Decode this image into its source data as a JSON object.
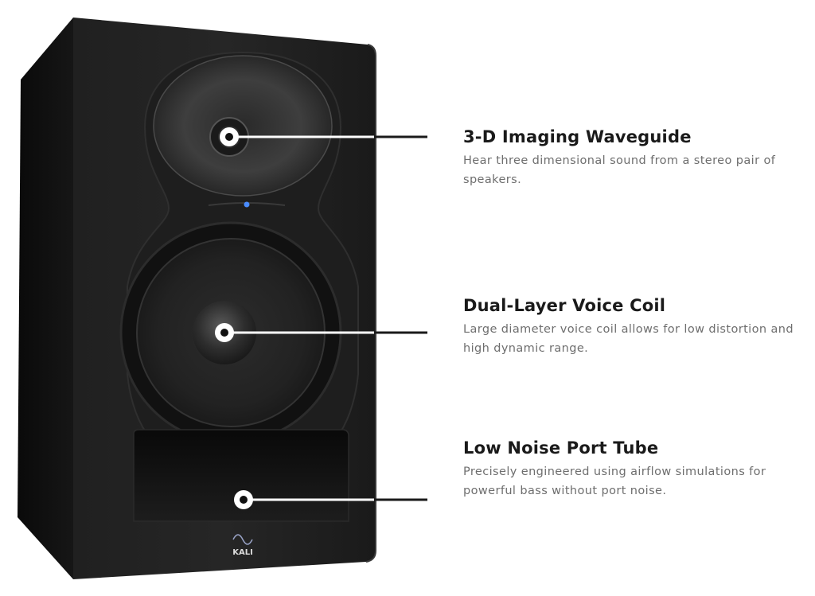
{
  "features": [
    {
      "title": "3-D Imaging Waveguide",
      "description": "Hear three dimensional sound from a stereo pair of speakers."
    },
    {
      "title": "Dual-Layer Voice Coil",
      "description": "Large diameter voice coil allows for low distortion and high dynamic range."
    },
    {
      "title": "Low Noise Port Tube",
      "description": "Precisely engineered using airflow simulations for powerful bass without port noise."
    }
  ],
  "product": {
    "brand_logo_text": "KALI"
  },
  "colors": {
    "cabinet": "#141414",
    "front": "#1c1c1c",
    "callout_line": "#1a1a1a",
    "title": "#1a1a1a",
    "description": "#6e6e6e",
    "led": "#4a8cff"
  }
}
